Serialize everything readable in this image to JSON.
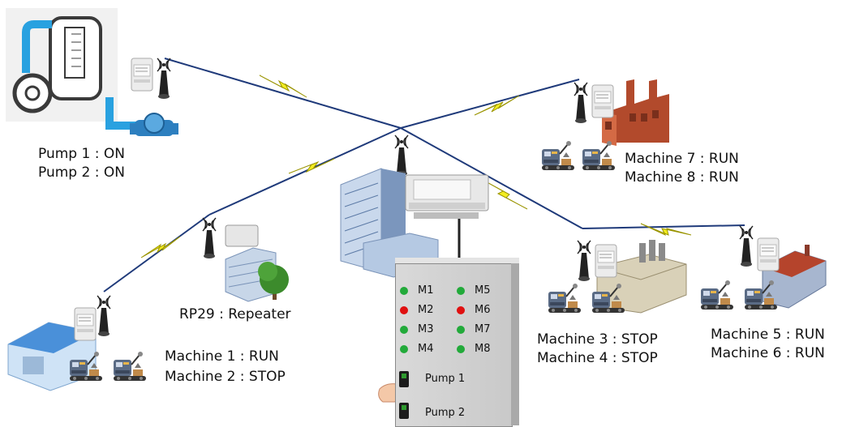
{
  "sites": {
    "pumps": {
      "line1": "Pump 1 : ON",
      "line2": "Pump 2 : ON"
    },
    "repeater": {
      "label": "RP29 : Repeater"
    },
    "machines_1_2": {
      "line1": "Machine 1 : RUN",
      "line2": "Machine 2 : STOP"
    },
    "machines_3_4": {
      "line1": "Machine 3 : STOP",
      "line2": "Machine 4 : STOP"
    },
    "machines_5_6": {
      "line1": "Machine 5 : RUN",
      "line2": "Machine 6 : RUN"
    },
    "machines_7_8": {
      "line1": "Machine 7 : RUN",
      "line2": "Machine 8 : RUN"
    }
  },
  "panel": {
    "lamps": [
      {
        "label": "M1",
        "color": "#22aa3a"
      },
      {
        "label": "M2",
        "color": "#e01010"
      },
      {
        "label": "M3",
        "color": "#22aa3a"
      },
      {
        "label": "M4",
        "color": "#22aa3a"
      },
      {
        "label": "M5",
        "color": "#22aa3a"
      },
      {
        "label": "M6",
        "color": "#e01010"
      },
      {
        "label": "M7",
        "color": "#22aa3a"
      },
      {
        "label": "M8",
        "color": "#22aa3a"
      }
    ],
    "switches": [
      {
        "label": "Pump 1"
      },
      {
        "label": "Pump 2"
      }
    ]
  },
  "colors": {
    "link_line": "#1f3a7a",
    "lightning": "#f2ec1f",
    "lightning_edge": "#9a9400"
  }
}
